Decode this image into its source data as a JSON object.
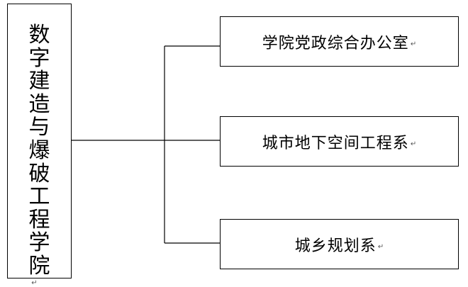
{
  "root": {
    "label_chars": [
      "数",
      "字",
      "建",
      "造",
      "与",
      "爆",
      "破",
      "工",
      "程",
      "学",
      "院"
    ],
    "mark": "↵"
  },
  "children": [
    {
      "label": "学院党政综合办公室",
      "mark": "↵"
    },
    {
      "label": "城市地下空间工程系",
      "mark": "↵"
    },
    {
      "label": "城乡规划系",
      "mark": "↵"
    }
  ]
}
